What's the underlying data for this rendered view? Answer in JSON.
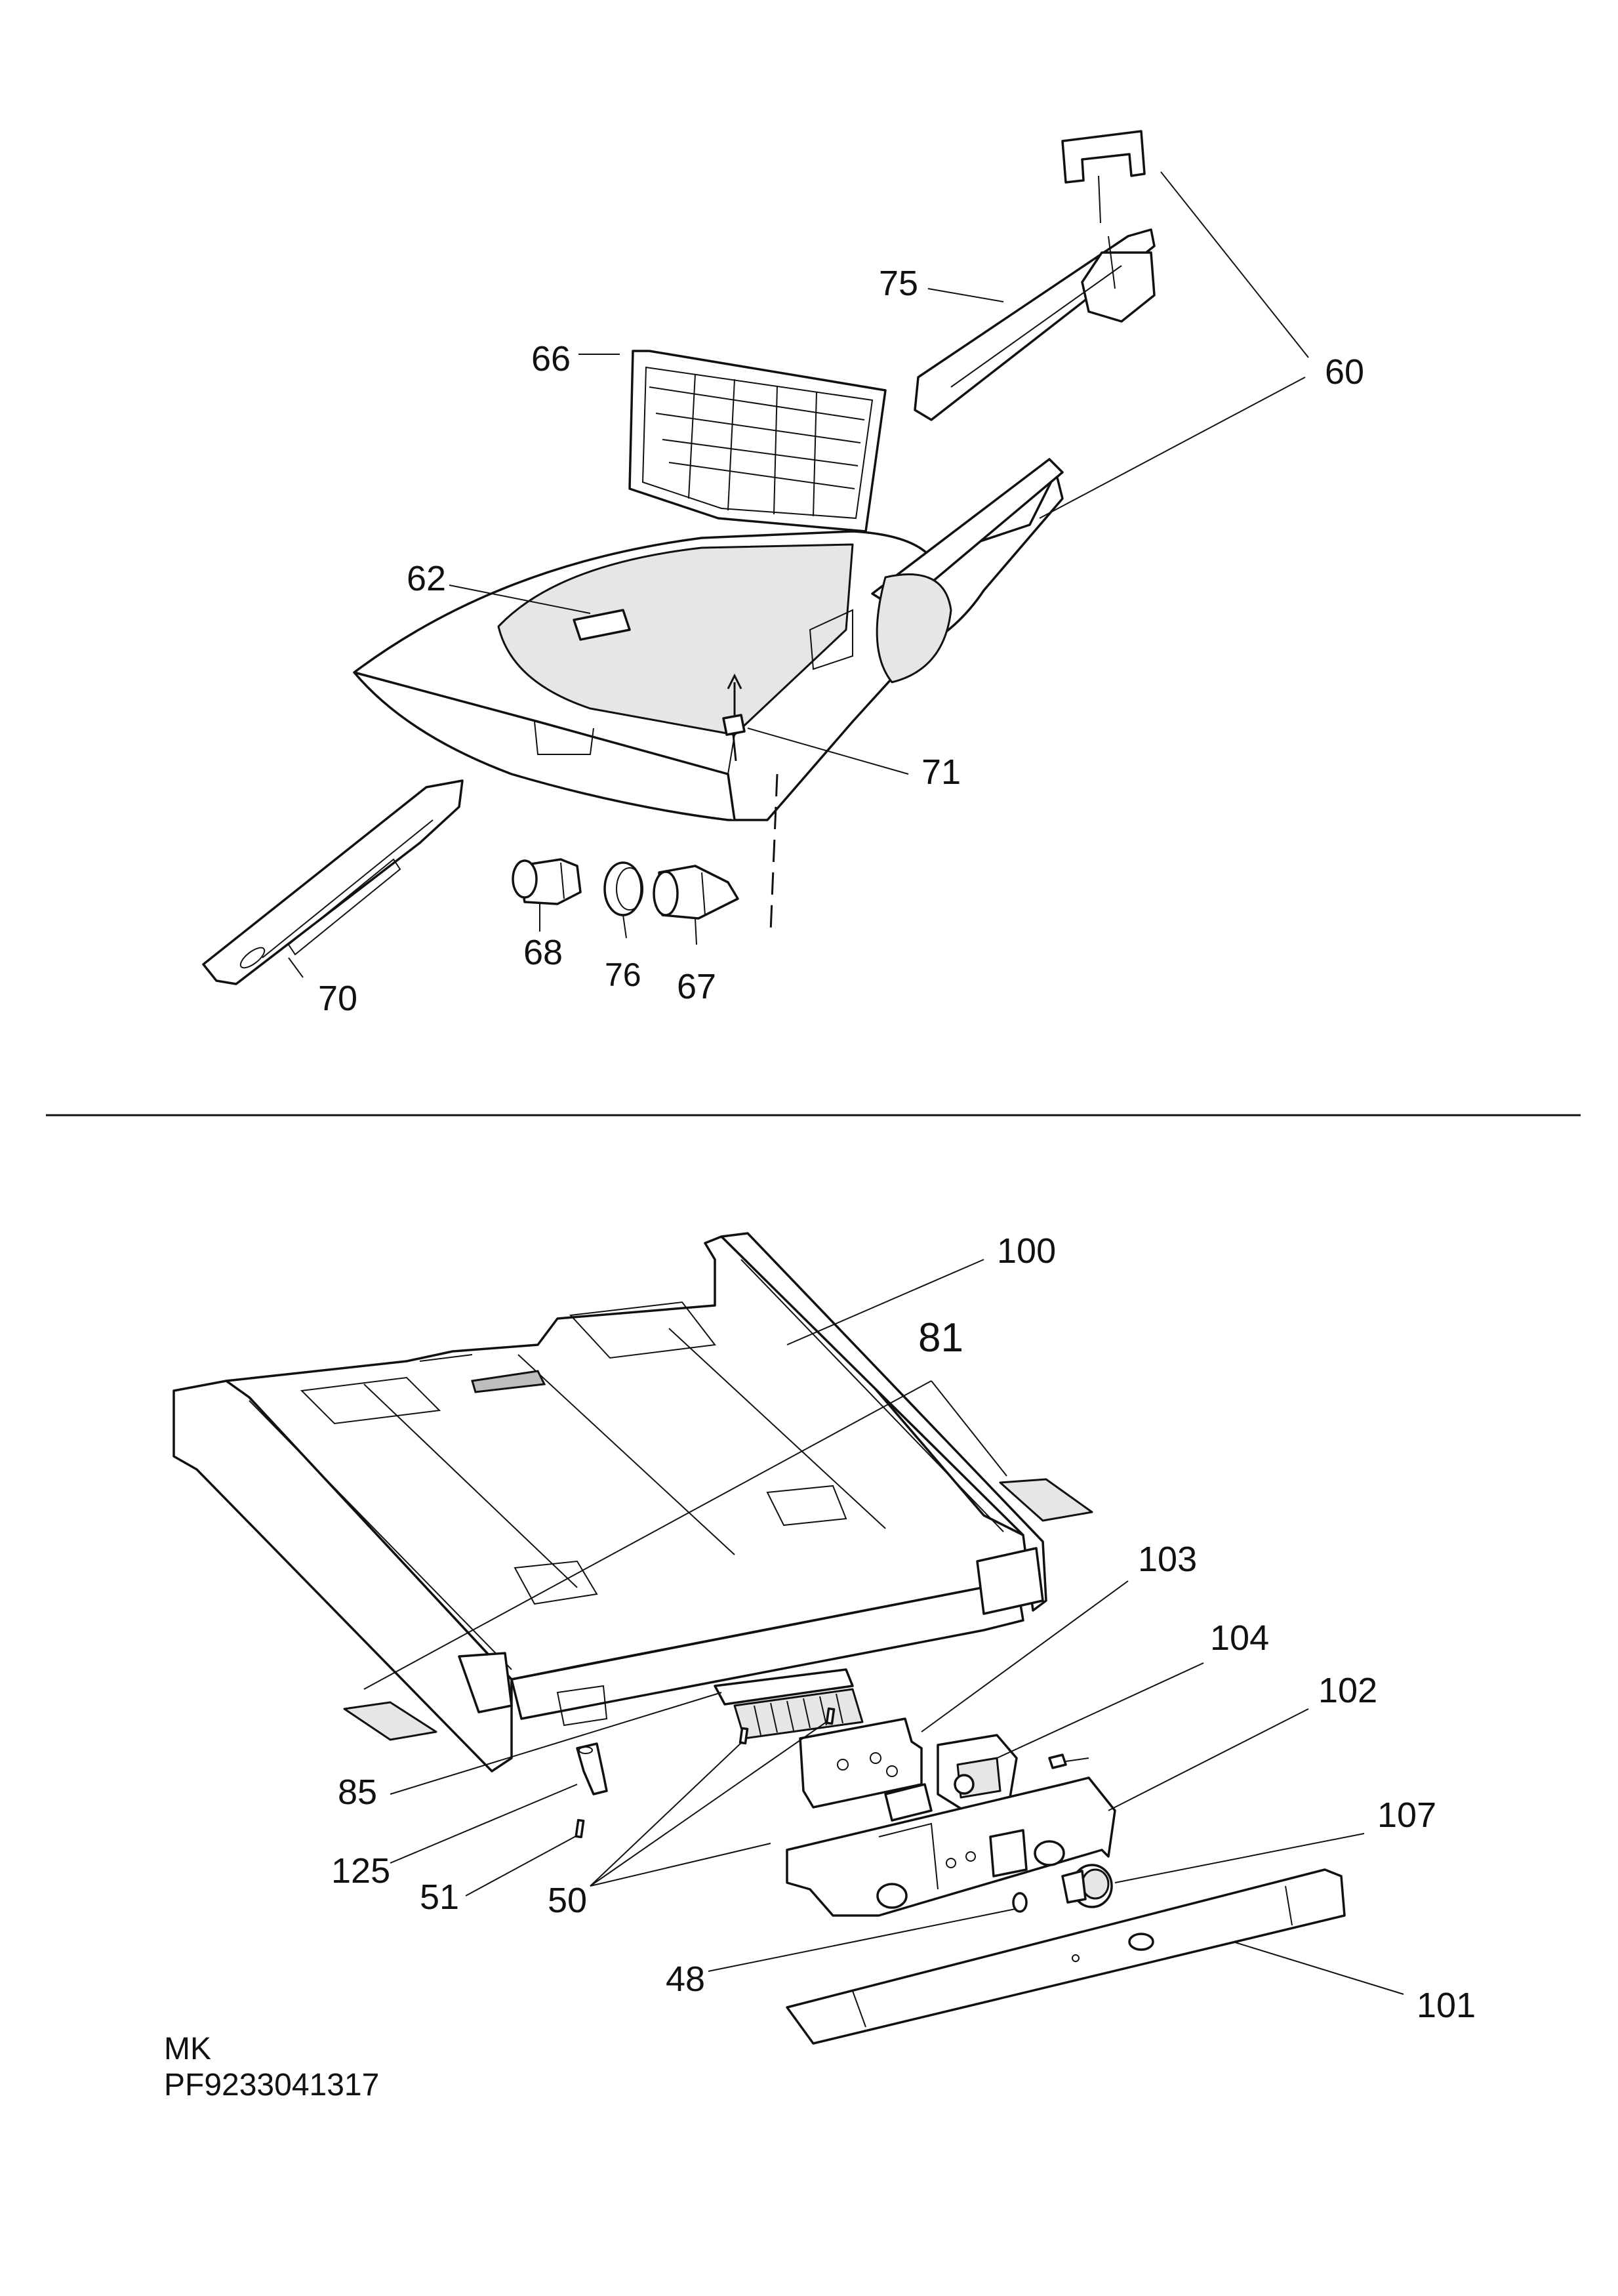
{
  "labels": {
    "p60": "60",
    "p62": "62",
    "p66": "66",
    "p67": "67",
    "p68": "68",
    "p70": "70",
    "p71": "71",
    "p75": "75",
    "p76": "76",
    "p100": "100",
    "p81": "81",
    "p103": "103",
    "p104": "104",
    "p102": "102",
    "p107": "107",
    "p85": "85",
    "p125": "125",
    "p51": "51",
    "p50": "50",
    "p48": "48",
    "p101": "101"
  },
  "footer": {
    "line1": "MK",
    "line2": "PF9233041317"
  }
}
